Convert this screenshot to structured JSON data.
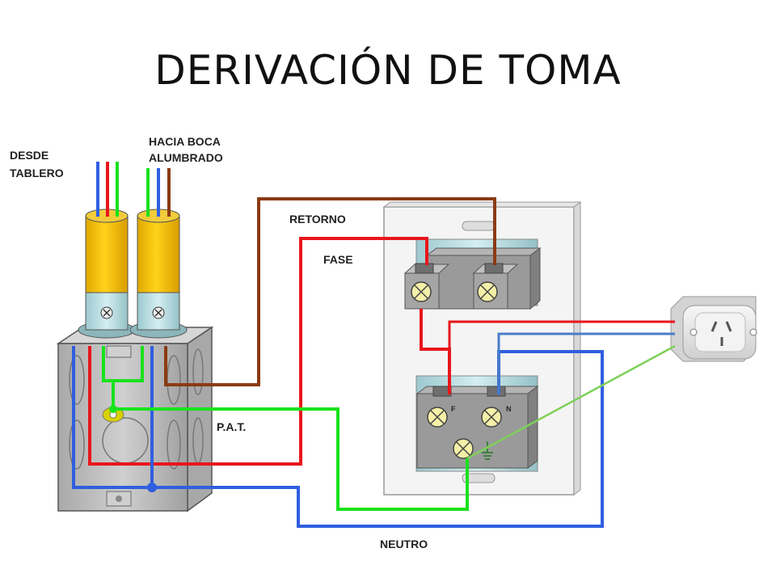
{
  "title": "DERIVACIÓN DE TOMA",
  "labels": {
    "desde_line1": "DESDE",
    "desde_line2": "TABLERO",
    "hacia_line1": "HACIA BOCA",
    "hacia_line2": "ALUMBRADO",
    "retorno": "RETORNO",
    "fase": "FASE",
    "pat": "P.A.T.",
    "neutro": "NEUTRO",
    "terminal_f": "F",
    "terminal_n": "N"
  },
  "colors": {
    "fase": "#e8161b",
    "neutro": "#2f5fe0",
    "tierra": "#18e21c",
    "retorno": "#8b3a12",
    "conduit_yellow": "#f5c400",
    "conduit_blue": "#b8e3e8",
    "box_gray": "#bdbdbd",
    "plate_blue": "#bfe3e8",
    "tomacorriente": "#ececec"
  }
}
